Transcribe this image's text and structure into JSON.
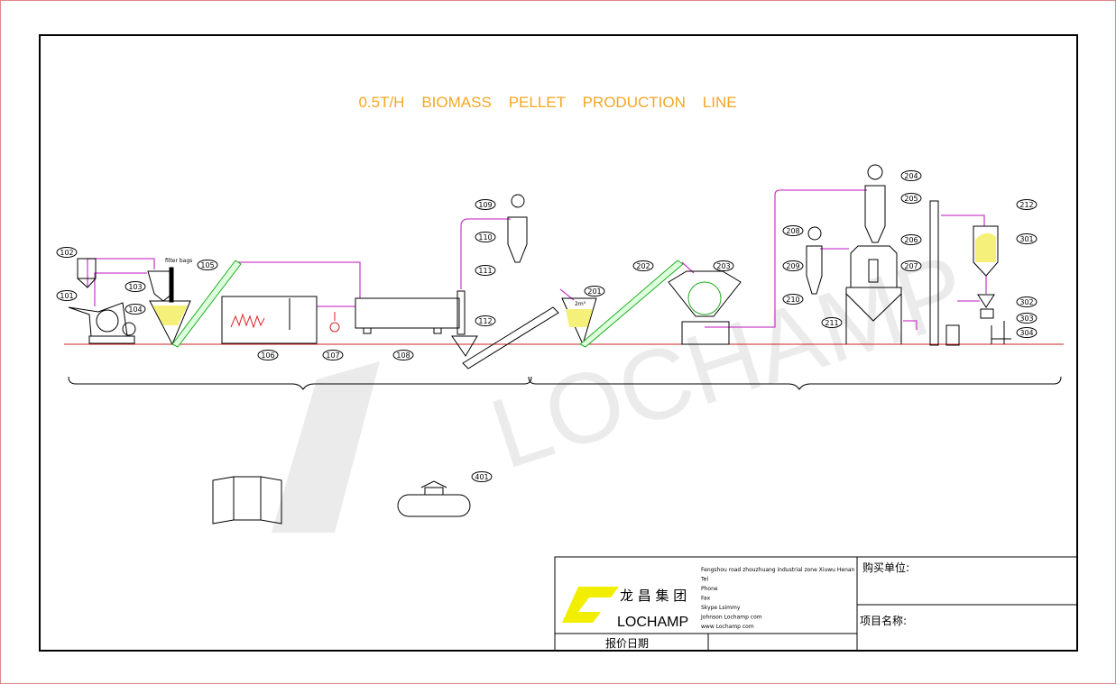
{
  "title": "0.5T/H    BIOMASS    PELLET    PRODUCTION    LINE",
  "annotations": {
    "filter_bags": "filter bags",
    "bin_volume": "2m³"
  },
  "watermark": "LOCHAMP",
  "labels": [
    "101",
    "102",
    "103",
    "104",
    "105",
    "106",
    "107",
    "108",
    "109",
    "110",
    "111",
    "112",
    "201",
    "202",
    "203",
    "204",
    "205",
    "206",
    "207",
    "208",
    "209",
    "210",
    "211",
    "212",
    "301",
    "302",
    "303",
    "304",
    "401"
  ],
  "title_block": {
    "company_cn": "龙 昌 集 团",
    "company_en": "LOCHAMP",
    "contact": [
      "Fengshou road zhouzhuang industrial zone Xiuwu Henan",
      "Tel",
      "Phone",
      "Fax",
      "Skype Lsimmy",
      "Johnson    Lochamp com",
      "www Lochamp com"
    ],
    "quote_date_label": "报价日期",
    "buyer_label": "购买单位:",
    "project_label": "项目名称:"
  },
  "colors": {
    "title": "#f5a623",
    "pipe": "#cc44cc",
    "ground": "#cc2222",
    "logo": "#f2ee00",
    "material": "#f5f07a"
  }
}
